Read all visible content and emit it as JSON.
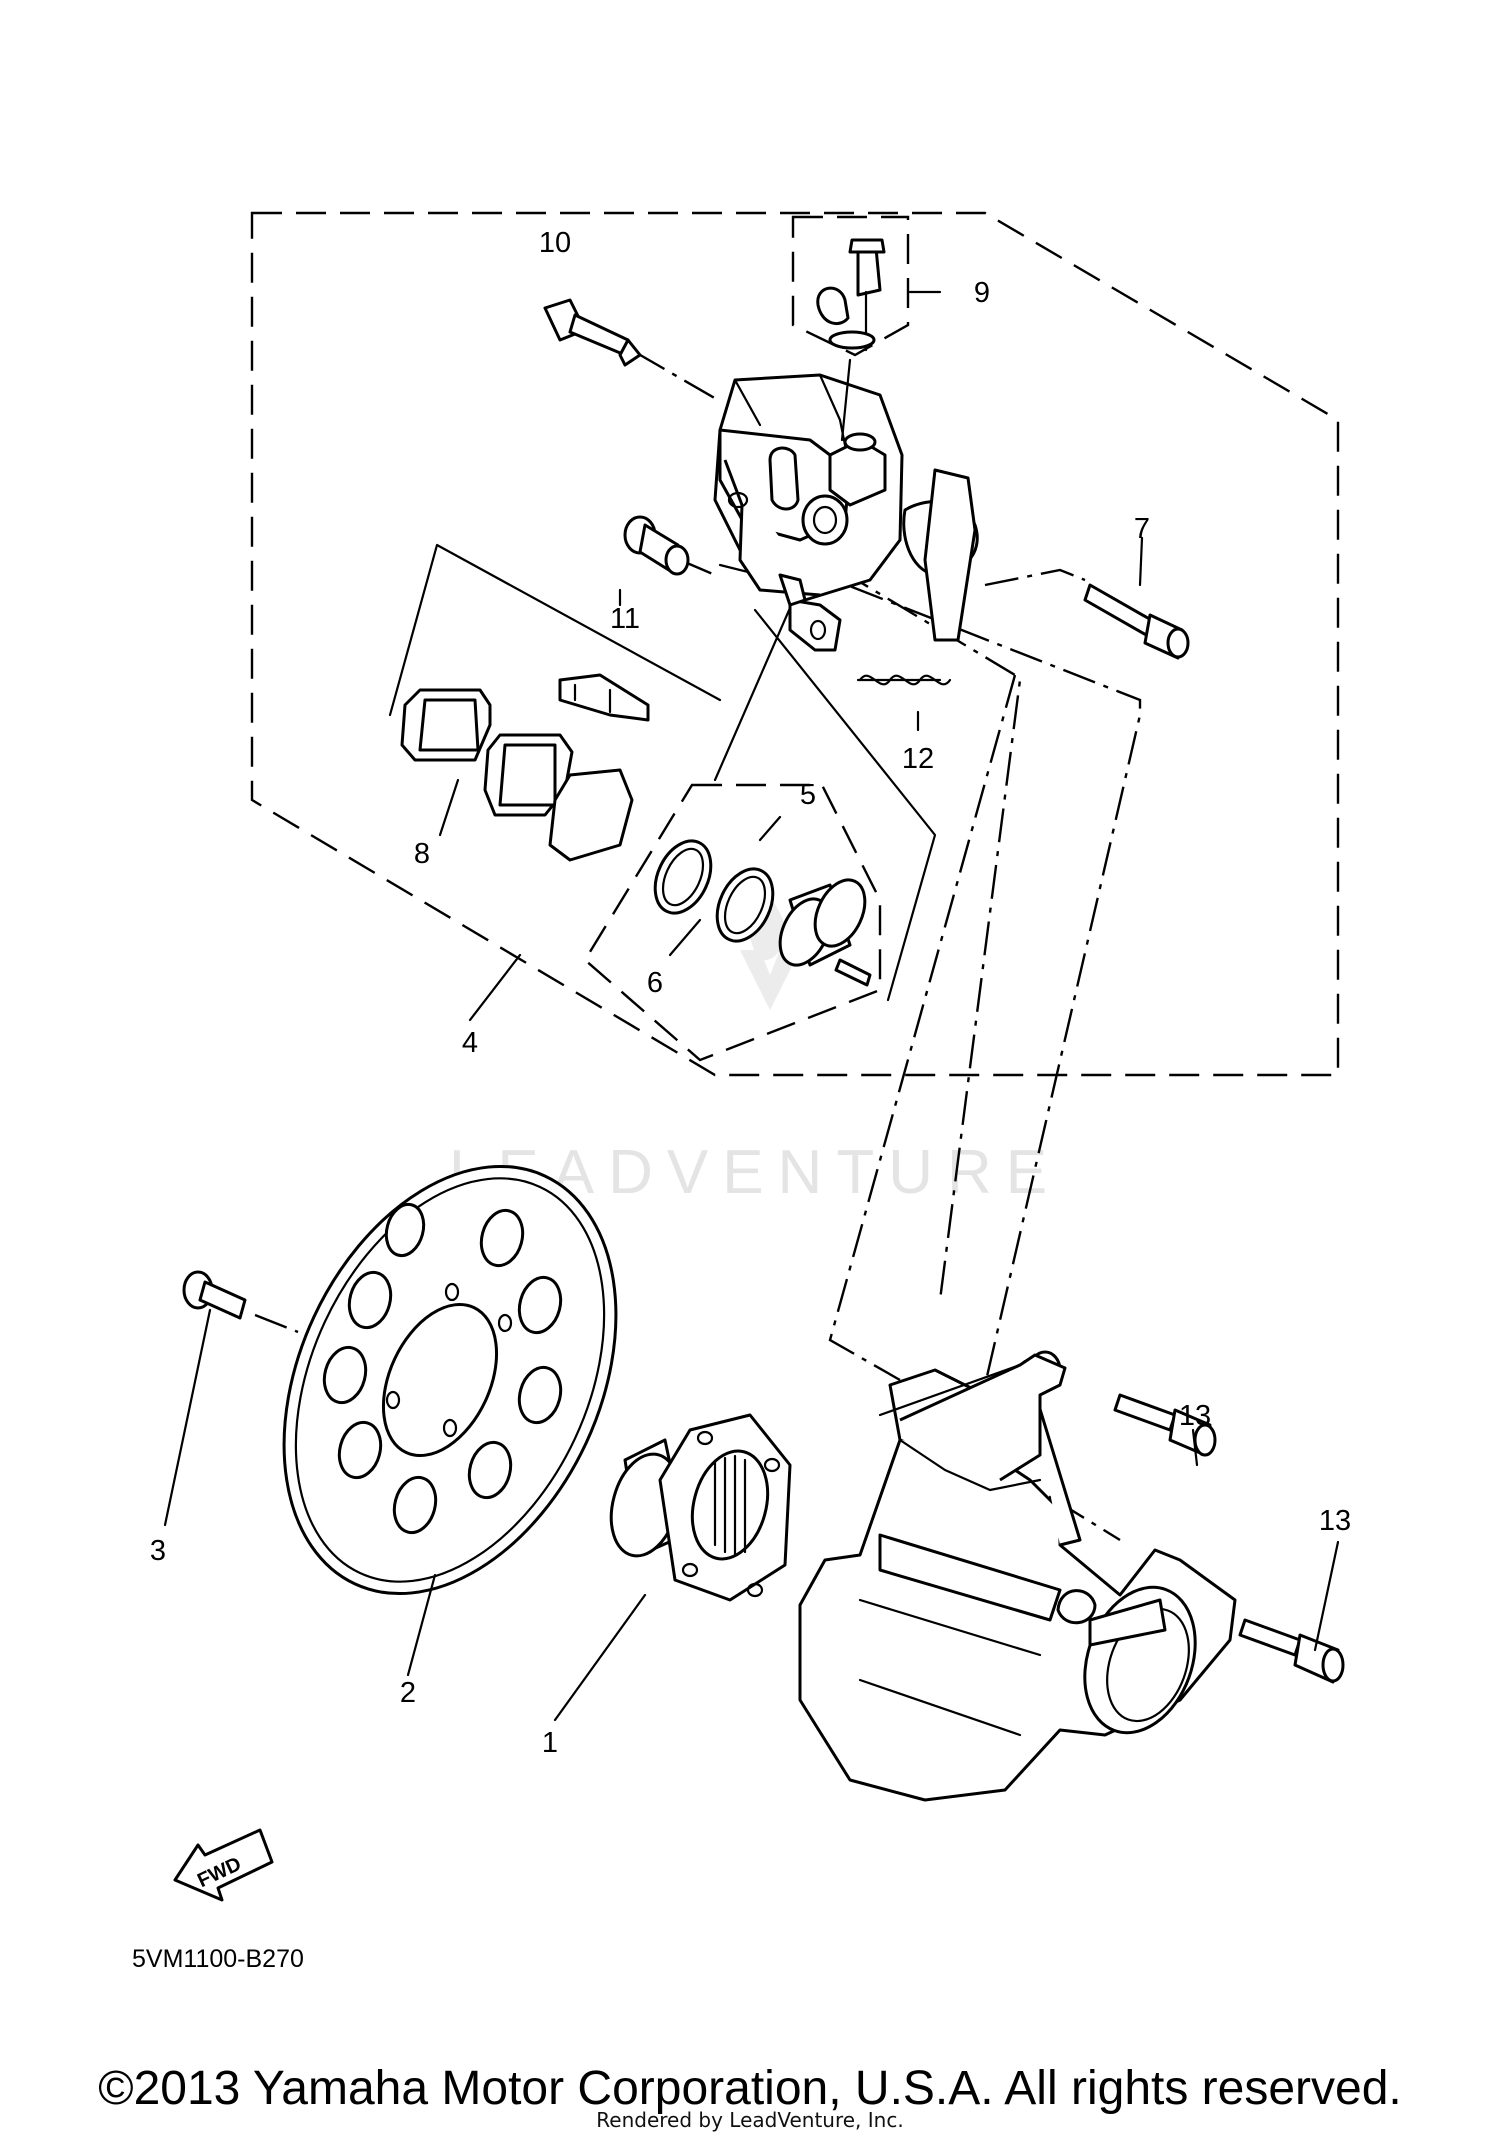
{
  "diagram": {
    "callouts": {
      "c1": "1",
      "c2": "2",
      "c3": "3",
      "c4": "4",
      "c5": "5",
      "c6": "6",
      "c7": "7",
      "c8": "8",
      "c9": "9",
      "c10": "10",
      "c11": "11",
      "c12": "12",
      "c13a": "13",
      "c13b": "13"
    },
    "fwd_label": "FWD",
    "part_code": "5VM1100-B270",
    "watermark": "LEADVENTURE"
  },
  "footer": {
    "copyright": "©2013 Yamaha Motor Corporation, U.S.A. All rights reserved.",
    "rendered_by": "Rendered by LeadVenture, Inc."
  }
}
